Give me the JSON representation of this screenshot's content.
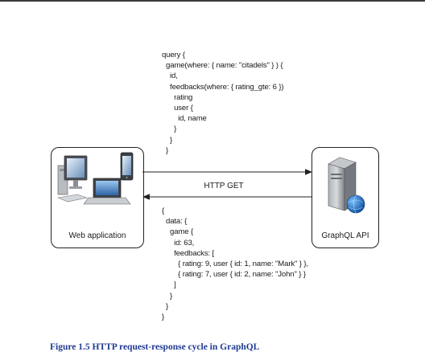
{
  "query_lines": [
    "query {",
    "  game(where: { name: \"citadels\" } ) {",
    "    id,",
    "    feedbacks(where: { rating_gte: 6 })",
    "      rating",
    "      user {",
    "        id, name",
    "      }",
    "    }",
    "  }"
  ],
  "response_lines": [
    "{",
    "  data: {",
    "    game {",
    "      id: 63,",
    "      feedbacks: [",
    "        { rating: 9, user { id: 1, name: \"Mark\" } },",
    "        { rating: 7, user { id: 2, name: \"John\" } }",
    "      ]",
    "    }",
    "  }",
    "}"
  ],
  "client": {
    "label": "Web application",
    "icon": "devices-icon"
  },
  "server": {
    "label": "GraphQL API",
    "icon": "server-icon"
  },
  "arrow_label": "HTTP GET",
  "caption": "Figure 1.5 HTTP request-response cycle in GraphQL",
  "colors": {
    "caption": "#1f3a93",
    "globe": "#1e73c8",
    "server": "#8c8f94"
  }
}
